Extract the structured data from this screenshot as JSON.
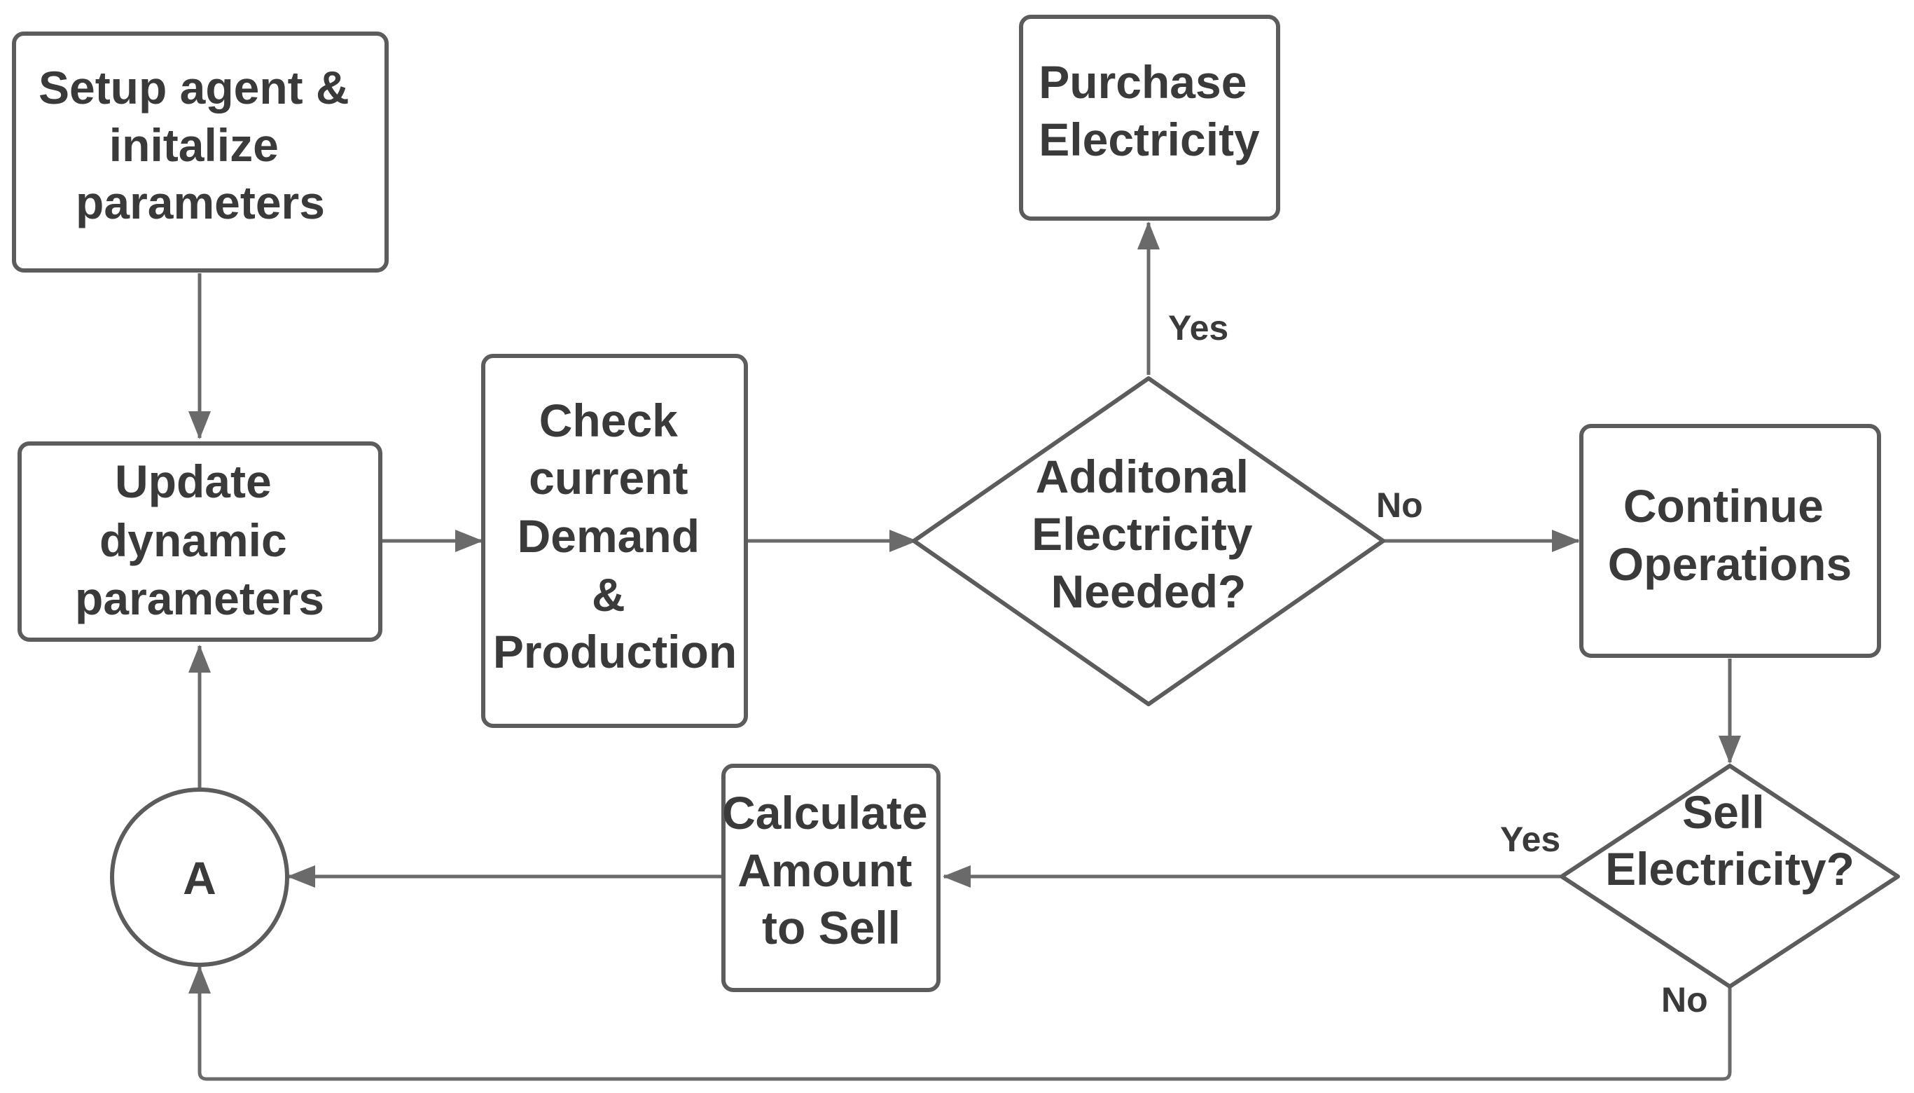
{
  "colors": {
    "stroke": "#5c5c5c",
    "edge": "#6a6a6a",
    "text": "#3a3a3a",
    "background": "#ffffff"
  },
  "nodes": {
    "setup": [
      "Setup agent &",
      "initalize",
      "parameters"
    ],
    "update": [
      "Update",
      "dynamic",
      "parameters"
    ],
    "check": [
      "Check",
      "current",
      "Demand",
      "&",
      "Production"
    ],
    "decision_additional": [
      "Additonal",
      "Electricity",
      "Needed?"
    ],
    "purchase": [
      "Purchase",
      "Electricity"
    ],
    "continue": [
      "Continue",
      "Operations"
    ],
    "decision_sell": [
      "Sell",
      "Electricity?"
    ],
    "calculate": [
      "Calculate",
      "Amount",
      "to Sell"
    ],
    "connector": [
      "A"
    ]
  },
  "edge_labels": {
    "additional_yes": "Yes",
    "additional_no": "No",
    "sell_yes": "Yes",
    "sell_no": "No"
  }
}
